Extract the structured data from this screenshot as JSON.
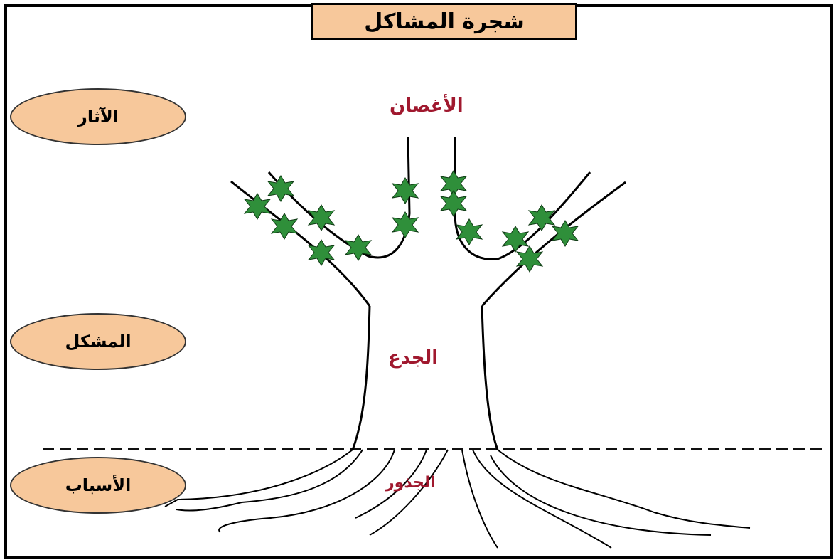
{
  "title": "شجرة المشاكل",
  "side_labels": {
    "effects": "الآثار",
    "problem": "المشكل",
    "causes": "الأسباب"
  },
  "tree_labels": {
    "branches": "الأغصان",
    "trunk": "الجدع",
    "roots": "الجذور"
  },
  "colors": {
    "box_fill": "#f7c89b",
    "label_red": "#a0182e",
    "leaf_green": "#2f8f3a"
  }
}
